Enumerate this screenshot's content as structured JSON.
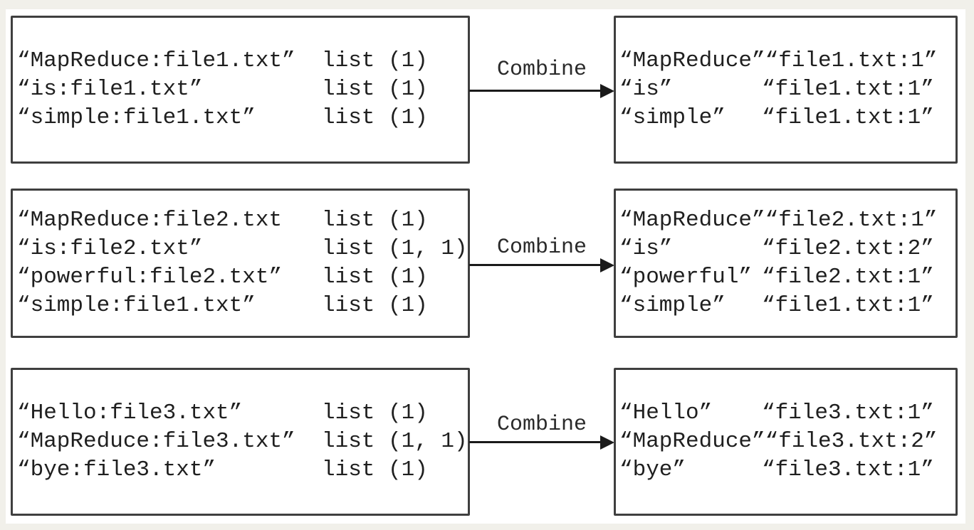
{
  "colors": {
    "page_frame": "#f1f0ea",
    "panel_background": "#ffffff",
    "box_border": "#3f3f3f",
    "text": "#1f1f1f",
    "arrow": "#1a1a1a"
  },
  "rows": [
    {
      "arrow_label": "Combine",
      "input": {
        "entries": [
          {
            "key": "“MapReduce:file1.txt”",
            "value": "list (1)"
          },
          {
            "key": "“is:file1.txt”",
            "value": "list (1)"
          },
          {
            "key": "“simple:file1.txt”",
            "value": "list (1)"
          }
        ]
      },
      "output": {
        "entries": [
          {
            "key": "“MapReduce”",
            "value": "“file1.txt:1”"
          },
          {
            "key": "“is”",
            "value": "“file1.txt:1”"
          },
          {
            "key": "“simple”",
            "value": "“file1.txt:1”"
          }
        ]
      }
    },
    {
      "arrow_label": "Combine",
      "input": {
        "entries": [
          {
            "key": "“MapReduce:file2.txt",
            "value": "list (1)"
          },
          {
            "key": "“is:file2.txt”",
            "value": "list (1, 1)"
          },
          {
            "key": "“powerful:file2.txt”",
            "value": "list (1)"
          },
          {
            "key": "“simple:file1.txt”",
            "value": "list (1)"
          }
        ]
      },
      "output": {
        "entries": [
          {
            "key": "“MapReduce”",
            "value": "“file2.txt:1”"
          },
          {
            "key": "“is”",
            "value": "“file2.txt:2”"
          },
          {
            "key": "“powerful”",
            "value": "“file2.txt:1”"
          },
          {
            "key": "“simple”",
            "value": "“file1.txt:1”"
          }
        ]
      }
    },
    {
      "arrow_label": "Combine",
      "input": {
        "entries": [
          {
            "key": "“Hello:file3.txt”",
            "value": "list (1)"
          },
          {
            "key": "“MapReduce:file3.txt”",
            "value": "list (1, 1)"
          },
          {
            "key": "“bye:file3.txt”",
            "value": "list (1)"
          }
        ]
      },
      "output": {
        "entries": [
          {
            "key": "“Hello”",
            "value": "“file3.txt:1”"
          },
          {
            "key": "“MapReduce”",
            "value": "“file3.txt:2”"
          },
          {
            "key": "“bye”",
            "value": "“file3.txt:1”"
          }
        ]
      }
    }
  ]
}
